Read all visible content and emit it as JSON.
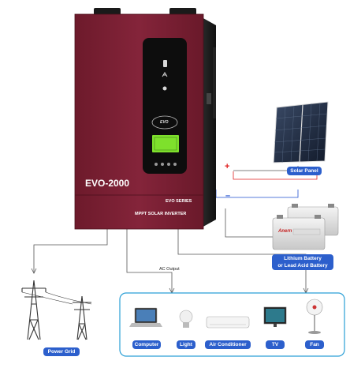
{
  "inverter": {
    "model": "EVO-2000",
    "series": "EVO SERIES",
    "subtitle": "MPPT SOLAR INVERTER",
    "badge": "EVO",
    "body_color": "#7a1f32",
    "lcd_color": "#7ee02c"
  },
  "connections": {
    "ac_output": "AC Output",
    "positive": "+",
    "negative": "–"
  },
  "devices": {
    "solar_panel": "Solar Panel",
    "battery_brand": "Anern",
    "battery": "Lithium Battery\nor Lead Acid Battery",
    "power_grid": "Power Grid"
  },
  "appliances": [
    {
      "label": "Computer"
    },
    {
      "label": "Light"
    },
    {
      "label": "Air Conditioner"
    },
    {
      "label": "TV"
    },
    {
      "label": "Fan"
    }
  ],
  "colors": {
    "label_bg": "#2c5fcc",
    "panel_border": "#2a9fd6",
    "wire": "#555555",
    "positive_red": "#e02020",
    "negative_blue": "#2050d0"
  }
}
